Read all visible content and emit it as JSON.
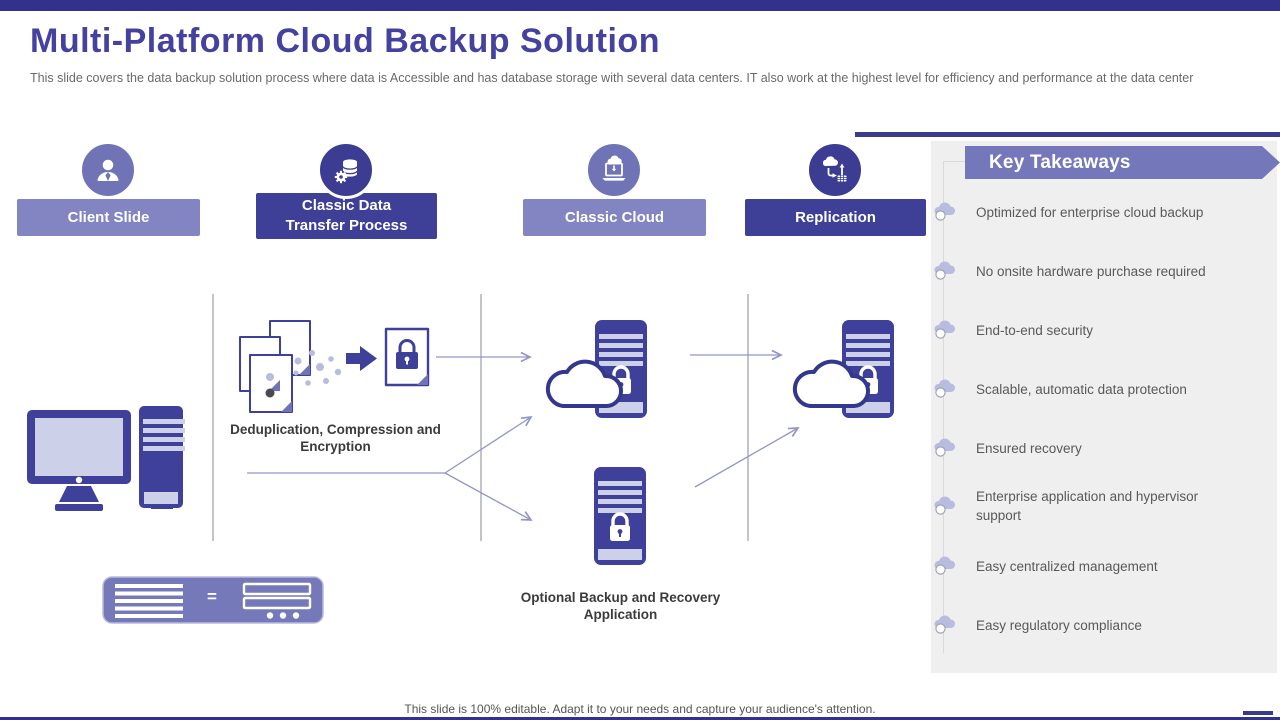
{
  "slide": {
    "title": "Multi-Platform Cloud Backup Solution",
    "subtitle": "This slide covers the data backup solution process where data is Accessible and has database storage with several data centers. IT also work at the highest level for efficiency and performance at the data center",
    "footer": "This slide is 100% editable. Adapt it to your needs and capture your audience's attention."
  },
  "process_badges": [
    {
      "label": "Client Slide",
      "icon": "user-icon",
      "style": "light"
    },
    {
      "label": "Classic Data Transfer Process",
      "icon": "database-gear-icon",
      "style": "dark"
    },
    {
      "label": "Classic Cloud",
      "icon": "laptop-cloud-icon",
      "style": "light"
    },
    {
      "label": "Replication",
      "icon": "cloud-sync-icon",
      "style": "dark"
    }
  ],
  "diagram": {
    "caption_dedup": "Deduplication, Compression and Encryption",
    "caption_optional": "Optional Backup and Recovery Application",
    "equals_sign": "=",
    "icons": [
      "desktop-computer-icon",
      "document-stack-icon",
      "encrypted-file-icon",
      "cloud-server-icon",
      "backup-server-icon",
      "cloud-server-icon",
      "storage-appliance-icon"
    ]
  },
  "key_takeaways": {
    "heading": "Key Takeaways",
    "items": [
      "Optimized for enterprise cloud backup",
      "No onsite hardware purchase required",
      "End-to-end security",
      "Scalable, automatic data protection",
      "Ensured recovery",
      "Enterprise application and hypervisor support",
      "Easy centralized management",
      "Easy regulatory compliance"
    ]
  },
  "colors": {
    "top_bar": "#32318b",
    "accent_dark": "#3e4099",
    "accent_medium": "#7478bb",
    "accent_light": "#8285c1",
    "lavender": "#cdd0e9",
    "panel_bg": "#f0efef",
    "text_gray": "#595959",
    "connector_purple": "#9295ca"
  }
}
